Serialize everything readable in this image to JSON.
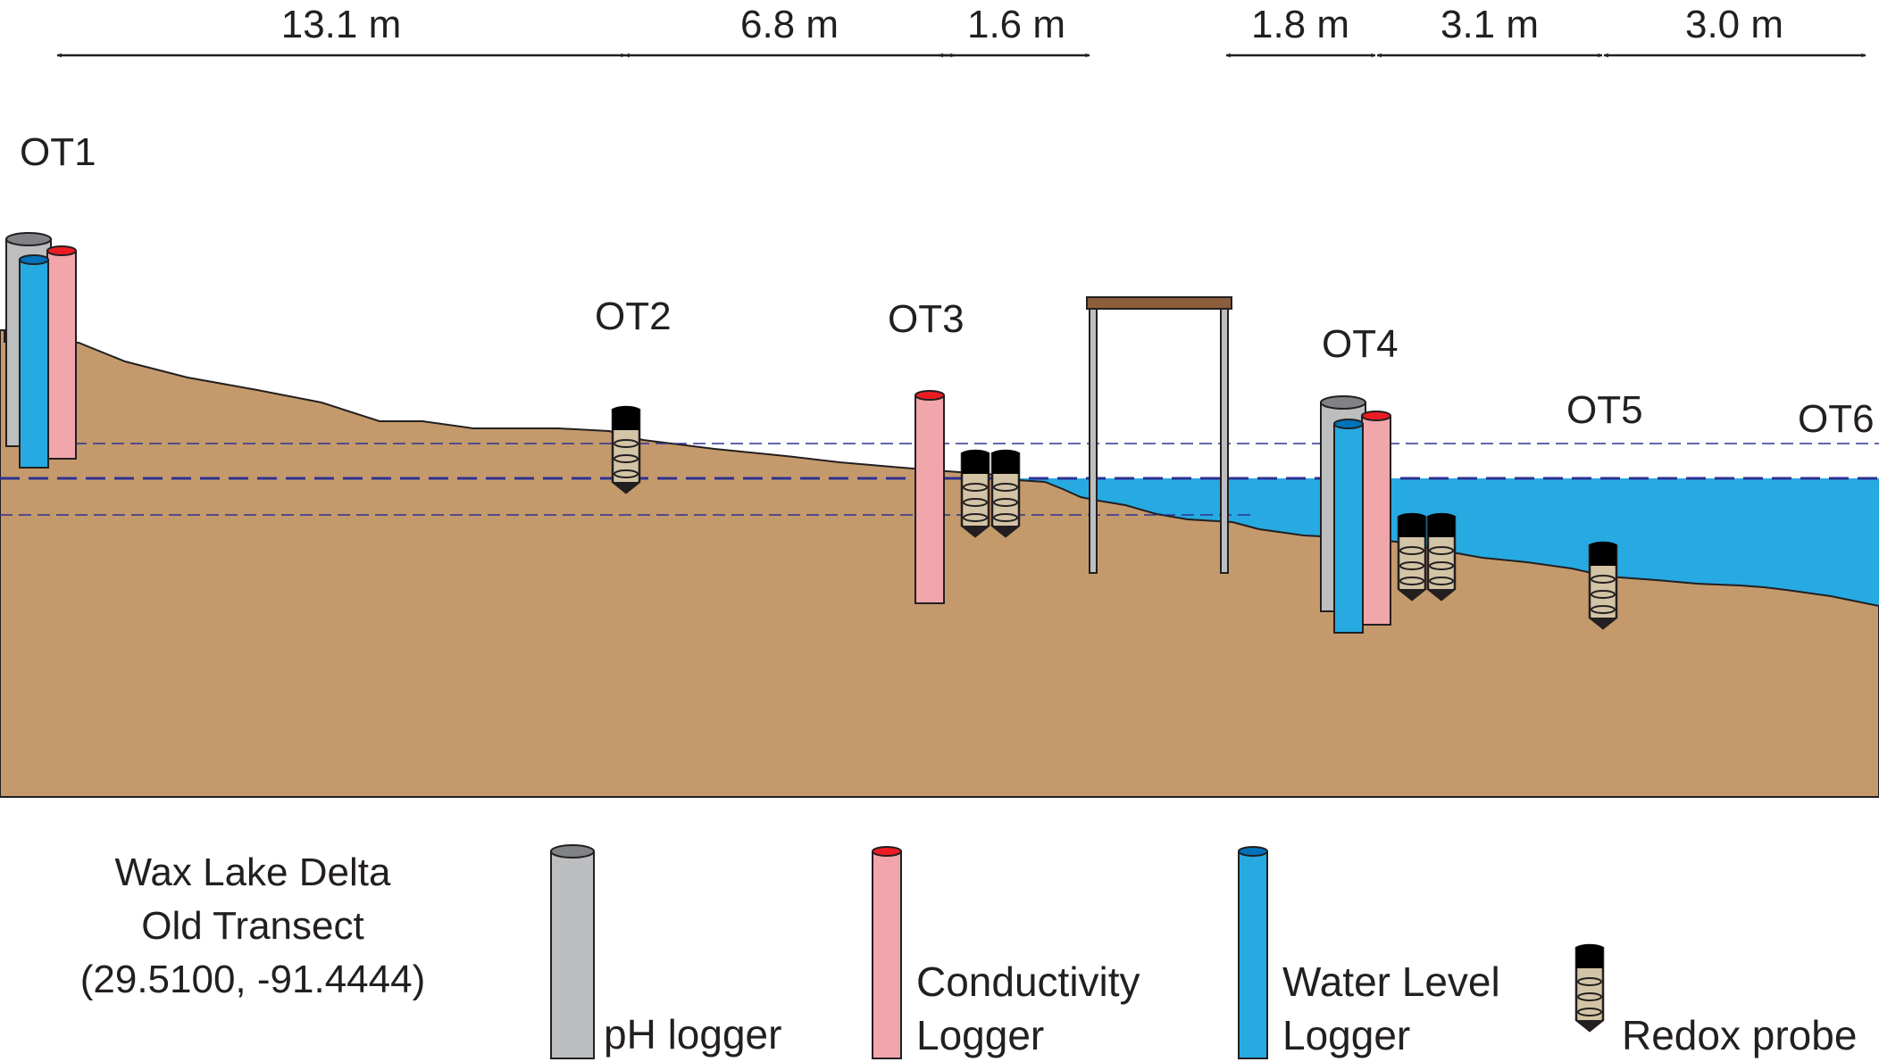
{
  "distances": [
    "13.1 m",
    "6.8 m",
    "1.6 m",
    "1.8 m",
    "3.1 m",
    "3.0 m"
  ],
  "sites": [
    "OT1",
    "OT2",
    "OT3",
    "OT4",
    "OT5",
    "OT6"
  ],
  "site_title": {
    "line1": "Wax Lake Delta",
    "line2": "Old Transect",
    "line3": "(29.5100, -91.4444)"
  },
  "legend": {
    "ph": "pH logger",
    "conductivity_line1": "Conductivity",
    "conductivity_line2": "Logger",
    "water_level_line1": "Water Level",
    "water_level_line2": "Logger",
    "redox": "Redox probe"
  },
  "icons": [
    "ph-logger-icon",
    "conductivity-logger-icon",
    "water-level-logger-icon",
    "redox-probe-icon",
    "platform-icon"
  ],
  "colors": {
    "soil": "#c49a6c",
    "water": "#27aae1",
    "ph_logger": "#bcbec0",
    "conductivity_logger": "#f0a6aa",
    "water_level_logger": "#27aae1",
    "redox_probe": "#d3c4a6",
    "platform_top": "#8b5e3c",
    "dashed_lines": "#2e3192"
  }
}
